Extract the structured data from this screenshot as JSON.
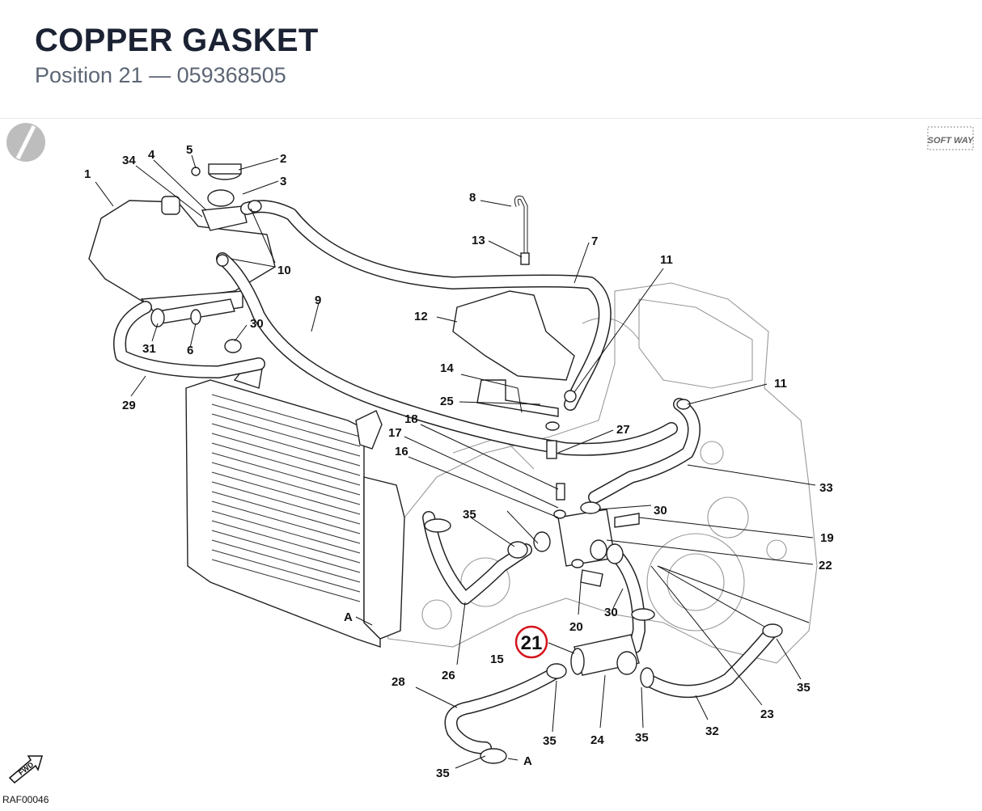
{
  "header": {
    "title": "COPPER GASKET",
    "subtitle": "Position 21  —  059368505"
  },
  "diagram": {
    "brand_logo_text": "SOFT WAY",
    "fwd_marker": "FWD",
    "ref_code": "RAF00046",
    "highlighted_callout": "21",
    "highlight_color": "#d4141c",
    "callouts": {
      "c1": "1",
      "c2": "2",
      "c3": "3",
      "c4": "4",
      "c5": "5",
      "c6": "6",
      "c7": "7",
      "c8": "8",
      "c9": "9",
      "c10": "10",
      "c11a": "11",
      "c11b": "11",
      "c12": "12",
      "c13": "13",
      "c14": "14",
      "c15": "15",
      "c16": "16",
      "c17": "17",
      "c18": "18",
      "c19": "19",
      "c20": "20",
      "c21": "21",
      "c22": "22",
      "c23": "23",
      "c24": "24",
      "c25": "25",
      "c26": "26",
      "c27": "27",
      "c28": "28",
      "c29": "29",
      "c30a": "30",
      "c30b": "30",
      "c30c": "30",
      "c31": "31",
      "c32": "32",
      "c33": "33",
      "c34": "34",
      "c35a": "35",
      "c35b": "35",
      "c35c": "35",
      "c35d": "35",
      "c35e": "35",
      "cA1": "A",
      "cA2": "A"
    }
  }
}
